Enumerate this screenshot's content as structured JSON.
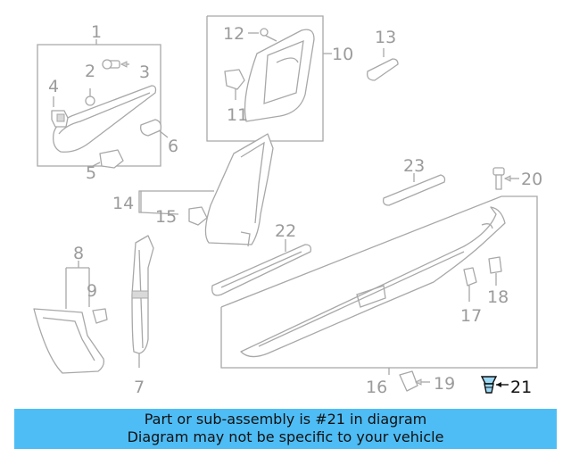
{
  "callouts": [
    "1",
    "2",
    "3",
    "4",
    "5",
    "6",
    "7",
    "8",
    "9",
    "10",
    "11",
    "12",
    "13",
    "14",
    "15",
    "16",
    "17",
    "18",
    "19",
    "20",
    "21",
    "22",
    "23"
  ],
  "highlighted_part": "21",
  "banner": {
    "line1": "Part or sub-assembly is #21 in diagram",
    "line2": "Diagram may not be specific to your vehicle",
    "background": "#4fbdf5"
  },
  "colors": {
    "line": "#a8a8a8",
    "label": "#9b9b9b",
    "highlight": "#111111"
  }
}
